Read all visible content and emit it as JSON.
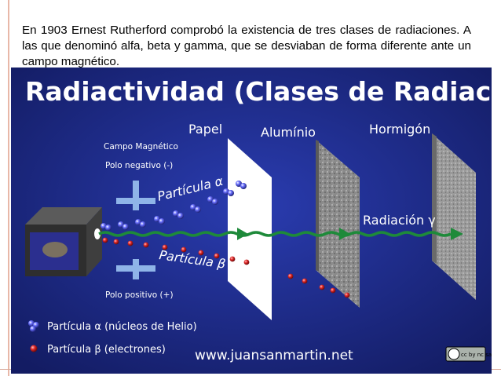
{
  "paragraph": "En 1903 Ernest  Rutherford comprobó la existencia de tres clases de radiaciones. A las que denominó alfa, beta y gamma, que se desviaban de forma diferente ante un campo magnético.",
  "diagram": {
    "title": "Radiactividad (Clases de Radiaciones)",
    "barrier_paper": "Papel",
    "barrier_aluminum": "Alumínio",
    "barrier_concrete": "Hormigón",
    "field_label_1": "Campo Magnético",
    "field_label_2": "Polo negativo (-)",
    "positive_pole": "Polo positivo (+)",
    "alpha_label": "Partícula α",
    "beta_label": "Partícula β",
    "gamma_label": "Radiación γ",
    "legend_alpha": "Partícula α (núcleos de Helio)",
    "legend_beta": "Partícula β (electrones)",
    "website": "www.juansanmartin.net",
    "cc_badge": "cc by nc sa"
  },
  "colors": {
    "background": "#1f2f8f",
    "alpha_particle": "#4a50e0",
    "beta_particle": "#d21c1c",
    "gamma_ray": "#1e8a3a"
  }
}
